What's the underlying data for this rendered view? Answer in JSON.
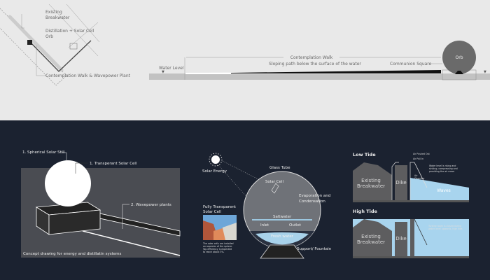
{
  "plan": {
    "existing_breakwater": [
      "Existing",
      "Breakwater"
    ],
    "orb": [
      "Distillation + Solar Cell",
      "Orb"
    ],
    "walk": "Contemplation Walk & Wavepower Plant"
  },
  "section": {
    "water_level": "Water Level",
    "contemplation_walk": "Contemplation Walk",
    "sloping_path": "Sloping path below the surface of the water",
    "communion_square": "Communion Square",
    "orb": "Orb"
  },
  "concept": {
    "spherical_still": "1. Spherical Solar Still",
    "transparent_cell": "1. Transperant Solar Cell",
    "wavepower": "2. Wavepower plants",
    "caption": "Concept drawing for energy and distillatin systems"
  },
  "orb_detail": {
    "solar_energy": "Solar Energy",
    "glass_tube": "Glass Tube",
    "solar_cell": "Solar Cell",
    "evaporation": [
      "Evaporation and",
      "Condensation"
    ],
    "saltwater": "Saltwater",
    "inlet": "Inlet",
    "outlet": "Outlet",
    "fresh_water": "Fresh water",
    "support": "Support/ Fountain",
    "fts_title": [
      "Fully Transparent",
      "Solar Cell"
    ],
    "fts_note": [
      "The solar cells are installed",
      "on aspecies of the sphere.",
      "Top efficiency is expected",
      "to reach about 3%."
    ]
  },
  "tides": {
    "low_tide": "Low Tide",
    "air_out": "Air Pushed Out",
    "air_in": "Air Pull In",
    "low_note": [
      "Water level is rising and",
      "sinking, compressing and",
      "providing the air move"
    ],
    "air_chamber": [
      "Air",
      "Chamber"
    ],
    "breakwater": [
      "Existing",
      "Breakwater"
    ],
    "dike": "Dike",
    "waves": "Waves",
    "high_tide": "High Tide",
    "high_note": [
      "Turbine room is closed during",
      "water level upwards, high tide."
    ]
  }
}
